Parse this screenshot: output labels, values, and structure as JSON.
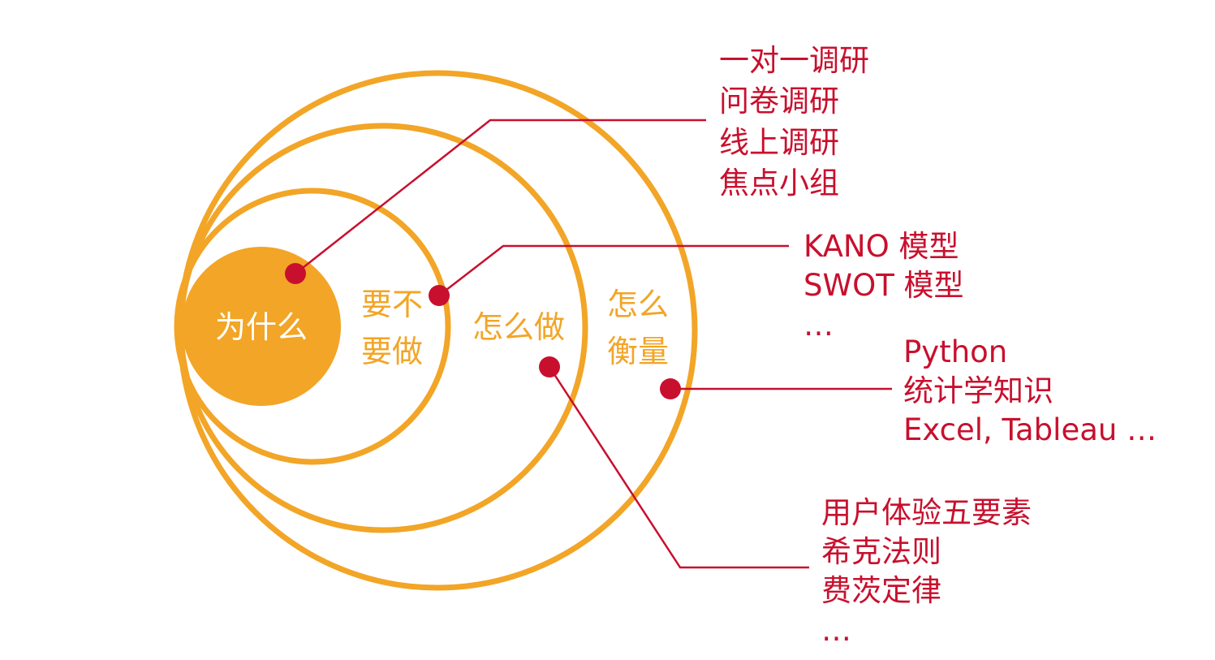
{
  "colors": {
    "ring": "#f2a526",
    "accent": "#c8102e",
    "background": "#ffffff",
    "core_text": "#ffffff"
  },
  "core": {
    "label": "为什么"
  },
  "rings": [
    {
      "line1": "要不",
      "line2": "要做"
    },
    {
      "line1": "怎么做"
    },
    {
      "line1": "怎么",
      "line2": "衡量"
    }
  ],
  "callouts": [
    {
      "target": "为什么",
      "items": [
        "一对一调研",
        "问卷调研",
        "线上调研",
        "焦点小组"
      ]
    },
    {
      "target": "要不要做",
      "items": [
        "KANO 模型",
        "SWOT 模型",
        "…"
      ]
    },
    {
      "target": "怎么衡量",
      "items": [
        "Python",
        "统计学知识",
        "Excel, Tableau …"
      ]
    },
    {
      "target": "怎么做",
      "items": [
        "用户体验五要素",
        "希克法则",
        "费茨定律",
        "…"
      ]
    }
  ]
}
